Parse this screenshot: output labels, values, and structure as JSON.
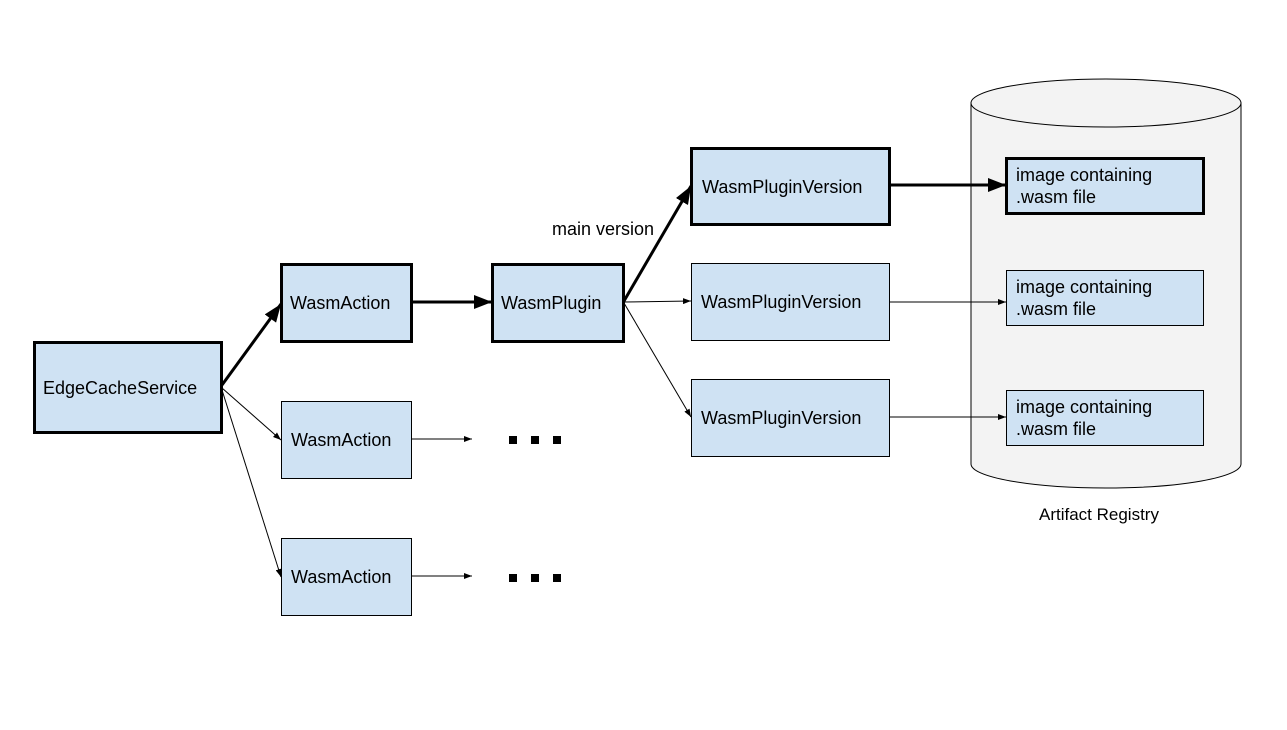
{
  "nodes": {
    "edge_cache_service": "EdgeCacheService",
    "wasm_action_1": "WasmAction",
    "wasm_action_2": "WasmAction",
    "wasm_action_3": "WasmAction",
    "wasm_plugin": "WasmPlugin",
    "plugin_version_1": "WasmPluginVersion",
    "plugin_version_2": "WasmPluginVersion",
    "plugin_version_3": "WasmPluginVersion"
  },
  "images": [
    {
      "line1": "image containing",
      "line2": ".wasm file"
    },
    {
      "line1": "image containing",
      "line2": ".wasm file"
    },
    {
      "line1": "image containing",
      "line2": ".wasm file"
    }
  ],
  "edge_labels": {
    "main_version": "main version"
  },
  "registry": {
    "label": "Artifact Registry"
  }
}
